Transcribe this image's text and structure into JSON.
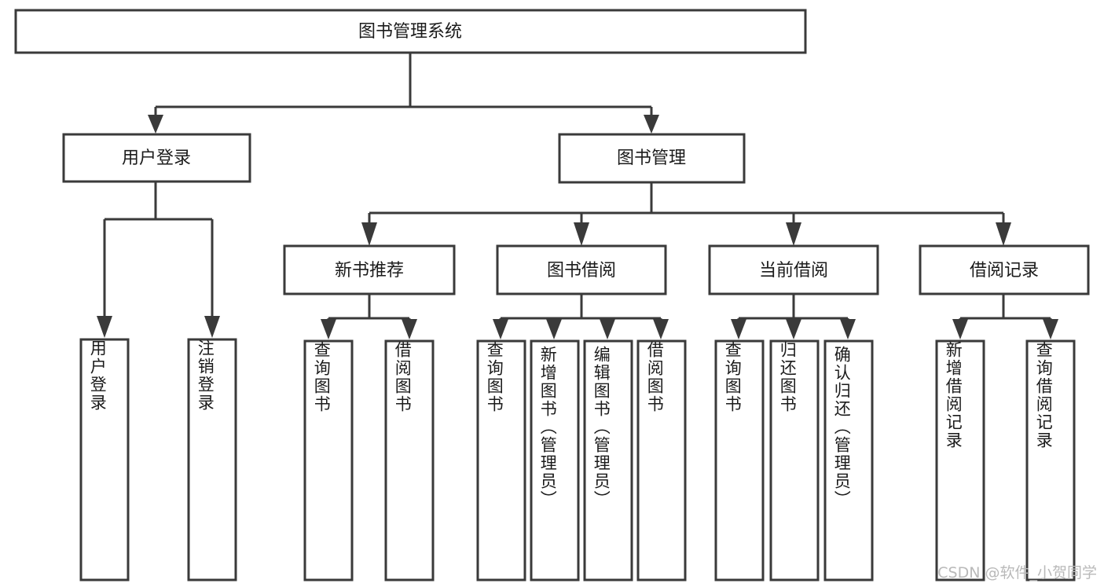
{
  "diagram": {
    "type": "tree",
    "title": "图书管理系统",
    "orientation": "top-down",
    "colors": {
      "box_stroke": "#3a3a3a",
      "box_fill": "#ffffff",
      "connector": "#3a3a3a",
      "text": "#1b1b1b",
      "watermark": "#b9b9b9",
      "background": "#ffffff"
    },
    "root": {
      "label": "图书管理系统"
    },
    "level2": [
      {
        "label": "用户登录"
      },
      {
        "label": "图书管理"
      }
    ],
    "level3": [
      {
        "label": "新书推荐"
      },
      {
        "label": "图书借阅"
      },
      {
        "label": "当前借阅"
      },
      {
        "label": "借阅记录"
      }
    ],
    "leaves": {
      "user_login": [
        {
          "label": "用户登录"
        },
        {
          "label": "注销登录"
        }
      ],
      "new_book_recommend": [
        {
          "label": "查询图书"
        },
        {
          "label": "借阅图书"
        }
      ],
      "book_borrow": [
        {
          "label": "查询图书"
        },
        {
          "label": "新增图书（管理员）"
        },
        {
          "label": "编辑图书（管理员）"
        },
        {
          "label": "借阅图书"
        }
      ],
      "current_borrow": [
        {
          "label": "查询图书"
        },
        {
          "label": "归还图书"
        },
        {
          "label": "确认归还（管理员）"
        }
      ],
      "borrow_record": [
        {
          "label": "新增借阅记录"
        },
        {
          "label": "查询借阅记录"
        }
      ]
    },
    "watermark": "CSDN @软件_小贺同学"
  }
}
